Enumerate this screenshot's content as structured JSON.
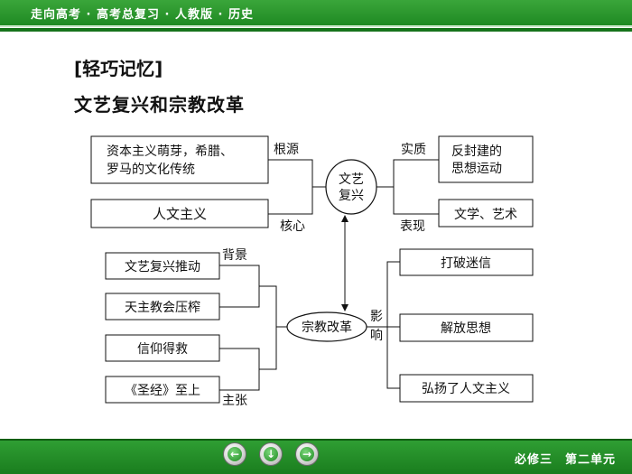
{
  "header": {
    "title": "走向高考 · 高考总复习 · 人教版 · 历史"
  },
  "heading": "[轻巧记忆]",
  "subheading": "文艺复兴和宗教改革",
  "diagram": {
    "center_top_line1": "文艺",
    "center_top_line2": "复兴",
    "center_bottom": "宗教改革",
    "box_origin_line1": "资本主义萌芽，希腊、",
    "box_origin_line2": "罗马的文化传统",
    "box_humanism": "人文主义",
    "box_antifeudal_line1": "反封建的",
    "box_antifeudal_line2": "思想运动",
    "box_lit_art": "文学、艺术",
    "label_root": "根源",
    "label_core": "核心",
    "label_essence": "实质",
    "label_expression": "表现",
    "box_renaissance_push": "文艺复兴推动",
    "box_catholic_oppression": "天主教会压榨",
    "box_faith": "信仰得救",
    "box_bible": "《圣经》至上",
    "label_background": "背景",
    "label_claims": "主张",
    "label_influence_1": "影",
    "label_influence_2": "响",
    "box_break_superstition": "打破迷信",
    "box_liberate_thought": "解放思想",
    "box_promote_humanism": "弘扬了人文主义"
  },
  "footer": {
    "text": "必修三　第二单元"
  },
  "nav": {
    "prev_glyph": "←",
    "home_glyph": "↓",
    "next_glyph": "→"
  }
}
